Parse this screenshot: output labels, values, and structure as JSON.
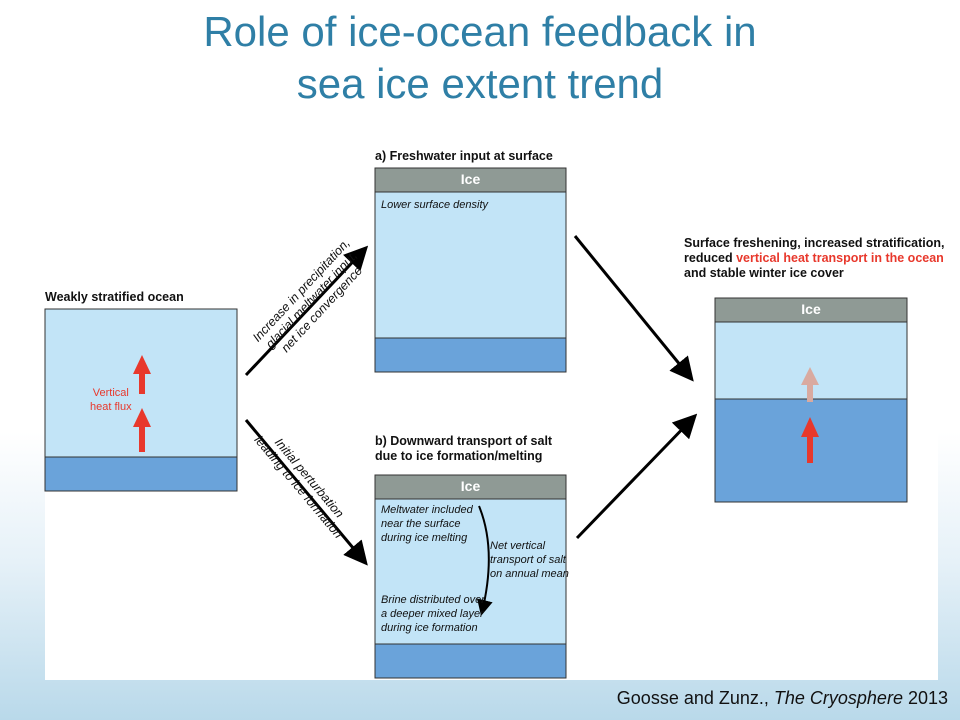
{
  "title": {
    "line1": "Role of ice-ocean feedback in",
    "line2": "sea ice extent trend"
  },
  "left_panel": {
    "heading": "Weakly stratified ocean",
    "flux_label_1": "Vertical",
    "flux_label_2": "heat flux"
  },
  "upper_path": {
    "label_line1": "Increase in precipitation,",
    "label_line2": "glacial meltwater input,",
    "label_line3": "net ice convergence"
  },
  "lower_path": {
    "label_line1": "Initial perturbation",
    "label_line2": "leading to ice formation"
  },
  "panel_a": {
    "heading": "a) Freshwater input at surface",
    "ice_label": "Ice",
    "note": "Lower surface density"
  },
  "panel_b": {
    "heading_line1": "b) Downward transport of salt",
    "heading_line2": "due to ice formation/melting",
    "ice_label": "Ice",
    "note_top_1": "Meltwater included",
    "note_top_2": "near the surface",
    "note_top_3": "during ice melting",
    "note_bottom_1": "Brine distributed over",
    "note_bottom_2": "a deeper mixed layer",
    "note_bottom_3": "during ice formation",
    "side_1": "Net vertical",
    "side_2": "transport of salt",
    "side_3": "on annual mean"
  },
  "result_panel": {
    "heading_line1": "Surface freshening, increased stratification,",
    "heading_line2_a": "reduced ",
    "heading_line2_b": "vertical heat transport in the ocean",
    "heading_line3": "and stable winter ice cover",
    "ice_label": "Ice"
  },
  "citation": {
    "authors": "Goosse and Zunz., ",
    "journal": "The Cryosphere",
    "year": " 2013"
  },
  "colors": {
    "title": "#2f7fa6",
    "ice": "#8f9a95",
    "light_water": "#c2e4f7",
    "deep_water": "#6aa3da",
    "flux_arrow": "#e8382c",
    "weak_flux_arrow": "#d9aaa0"
  }
}
